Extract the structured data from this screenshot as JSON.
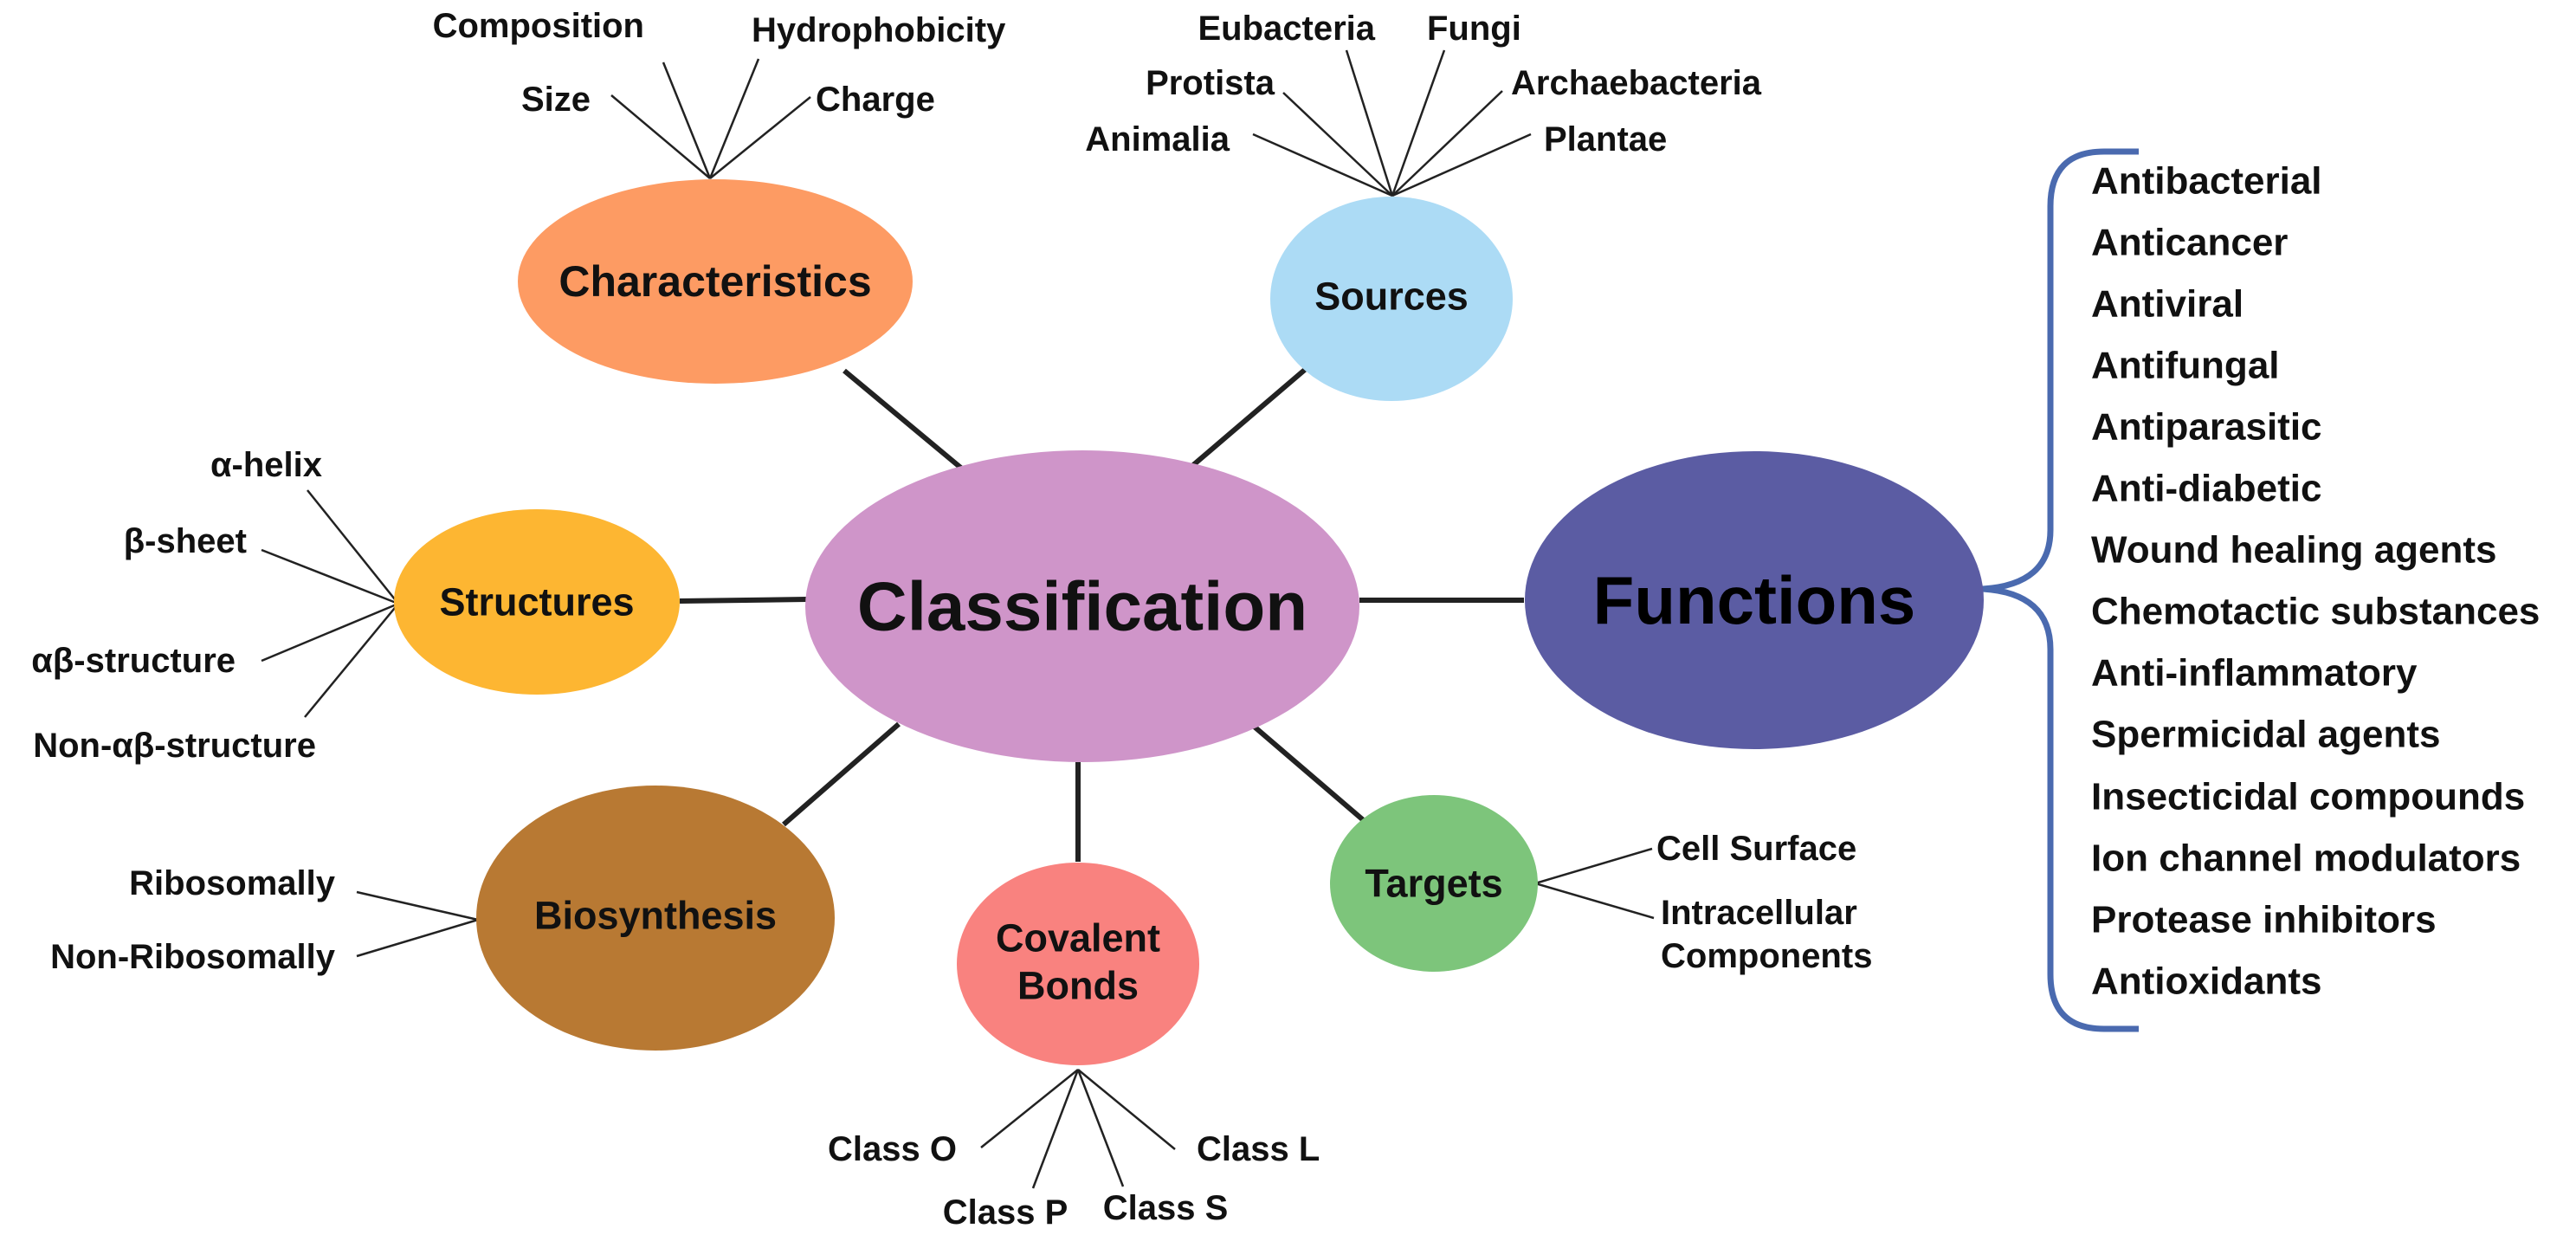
{
  "colors": {
    "classification": "#cf95c9",
    "characteristics": "#fd9b63",
    "sources": "#acdbf5",
    "functions": "#5b5ca3",
    "structures": "#fdb632",
    "biosynthesis": "#b87933",
    "covalent_bonds": "#f9827f",
    "targets": "#7dc57b",
    "bracket": "#4a6aaf"
  },
  "center": {
    "label": "Classification"
  },
  "characteristics": {
    "label": "Characteristics",
    "items": [
      "Composition",
      "Hydrophobicity",
      "Size",
      "Charge"
    ]
  },
  "sources": {
    "label": "Sources",
    "items": [
      "Eubacteria",
      "Fungi",
      "Protista",
      "Archaebacteria",
      "Animalia",
      "Plantae"
    ]
  },
  "structures": {
    "label": "Structures",
    "items": [
      "α-helix",
      "β-sheet",
      "αβ-structure",
      "Non-αβ-structure"
    ]
  },
  "biosynthesis": {
    "label": "Biosynthesis",
    "items": [
      "Ribosomally",
      "Non-Ribosomally"
    ]
  },
  "covalent_bonds": {
    "label_line1": "Covalent",
    "label_line2": "Bonds",
    "items": [
      "Class O",
      "Class L",
      "Class P",
      "Class S"
    ]
  },
  "targets": {
    "label": "Targets",
    "items": [
      "Cell Surface",
      "Intracellular",
      "Components"
    ]
  },
  "functions": {
    "label": "Functions",
    "items": [
      "Antibacterial",
      "Anticancer",
      "Antiviral",
      "Antifungal",
      "Antiparasitic",
      "Anti-diabetic",
      "Wound healing agents",
      "Chemotactic substances",
      "Anti-inflammatory",
      "Spermicidal agents",
      "Insecticidal compounds",
      "Ion channel modulators",
      "Protease inhibitors",
      "Antioxidants"
    ]
  }
}
